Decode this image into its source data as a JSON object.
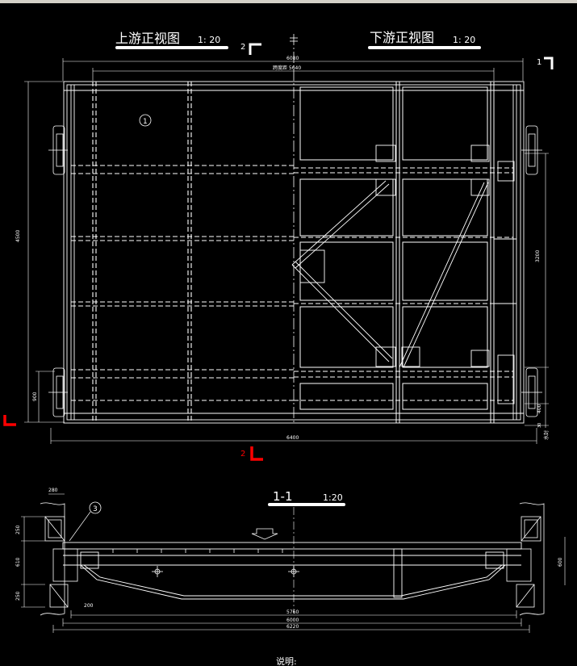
{
  "titles": {
    "upstream": "上游正视图",
    "upstream_scale": "1: 20",
    "downstream": "下游正视图",
    "downstream_scale": "1: 20",
    "section": "1-1",
    "section_scale": "1:20",
    "notes": "说明:"
  },
  "markers": {
    "section2_top": "2",
    "section1_right": "1",
    "section2_bottom": "2",
    "item1": "1",
    "item3": "3"
  },
  "dimensions": {
    "top_total": "6080",
    "top_span": "跨度距 5640",
    "left_height": "4500",
    "left_lower": "900",
    "right_height": "3200",
    "right_lower": "400",
    "right_small": "30",
    "right_tag": "水封",
    "bottom_width": "6400",
    "sec_left_top": "280",
    "sec_left_a": "250",
    "sec_left_b": "610",
    "sec_left_c": "250",
    "sec_left_d": "200",
    "sec_right": "600",
    "sec_inner": "5760",
    "sec_mid": "6000",
    "sec_outer": "6220"
  },
  "colors": {
    "line": "#ffffff",
    "accent_red": "#ff0000",
    "background": "#000000",
    "window_bar": "#d4d0c8"
  }
}
